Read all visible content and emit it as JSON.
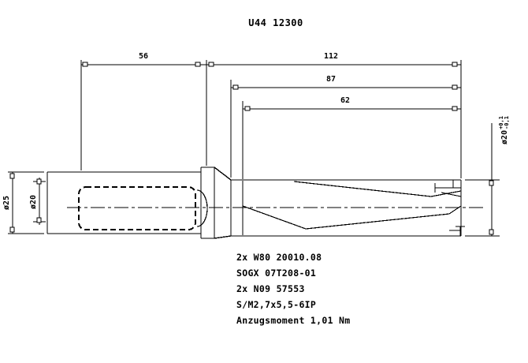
{
  "drawing": {
    "title": "U44 12300",
    "dimensions": {
      "shank_length": "56",
      "overall_length": "112",
      "body_length": "87",
      "flute_length": "62",
      "outer_diameter": "ø25",
      "inner_diameter": "ø20",
      "tip_diameter": "ø20",
      "tip_tolerance_upper": "+0,1",
      "tip_tolerance_lower": "-0,1"
    },
    "notes": [
      "2x W80 20010.08",
      "SOGX 07T208-01",
      "2x N09 57553",
      "S/M2,7x5,5-6IP",
      "Anzugsmoment 1,01 Nm"
    ]
  }
}
